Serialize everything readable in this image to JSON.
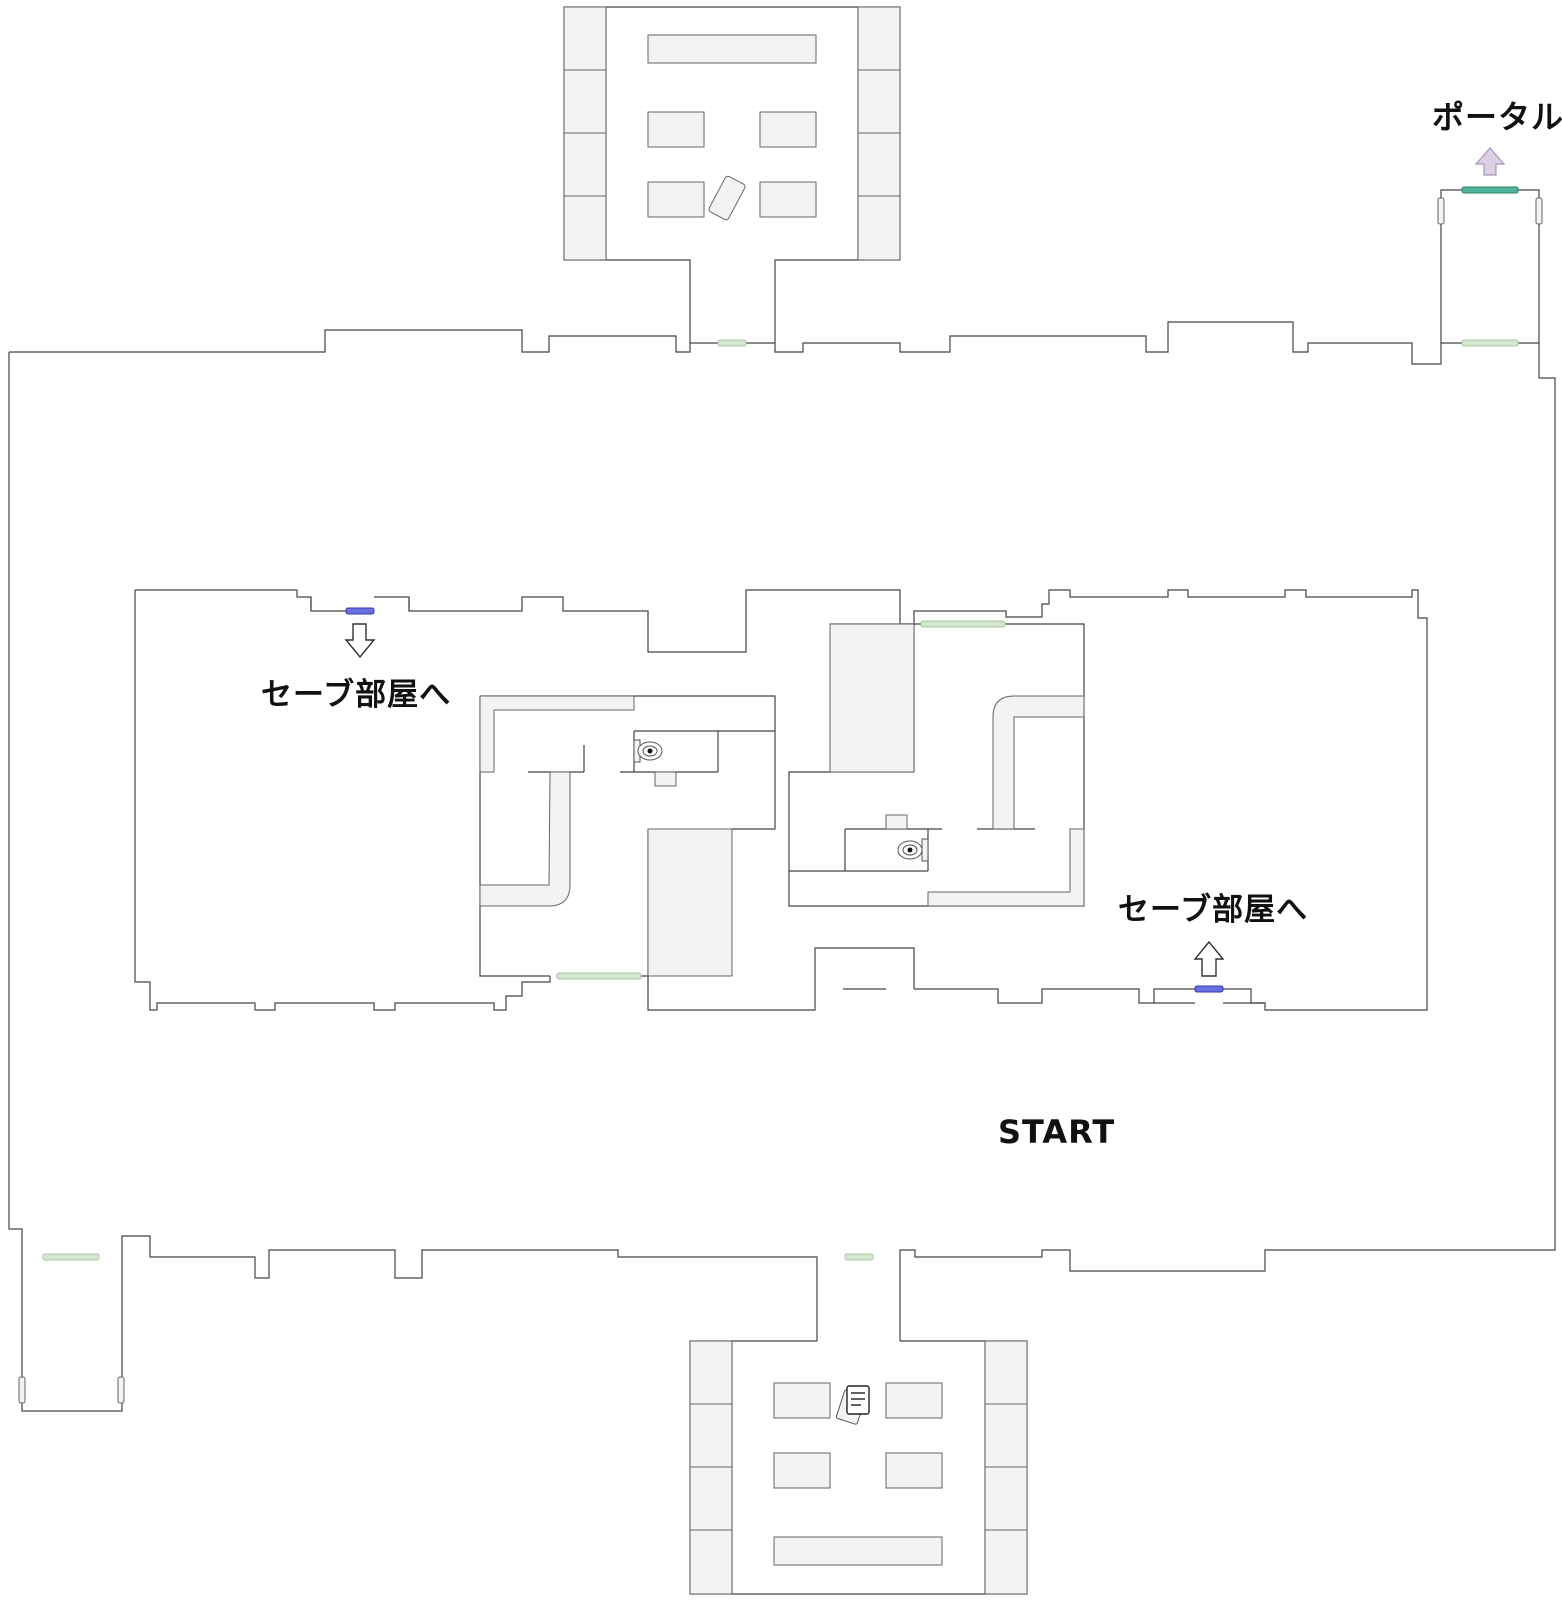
{
  "labels": {
    "portal": "ポータル",
    "save_room_left": "セーブ部屋へ",
    "save_room_right": "セーブ部屋へ",
    "start": "START"
  },
  "colors": {
    "wall": "#444444",
    "furniture": "#f3f3f3",
    "door_green": "#d4e8cf",
    "door_blue": "#6a6fe0",
    "door_teal": "#4fb59a",
    "portal_arrow": "#dcd0e6"
  },
  "icons": [
    "toilet-icon",
    "document-icon",
    "arrow-down-icon",
    "arrow-up-icon",
    "portal-arrow-icon"
  ]
}
